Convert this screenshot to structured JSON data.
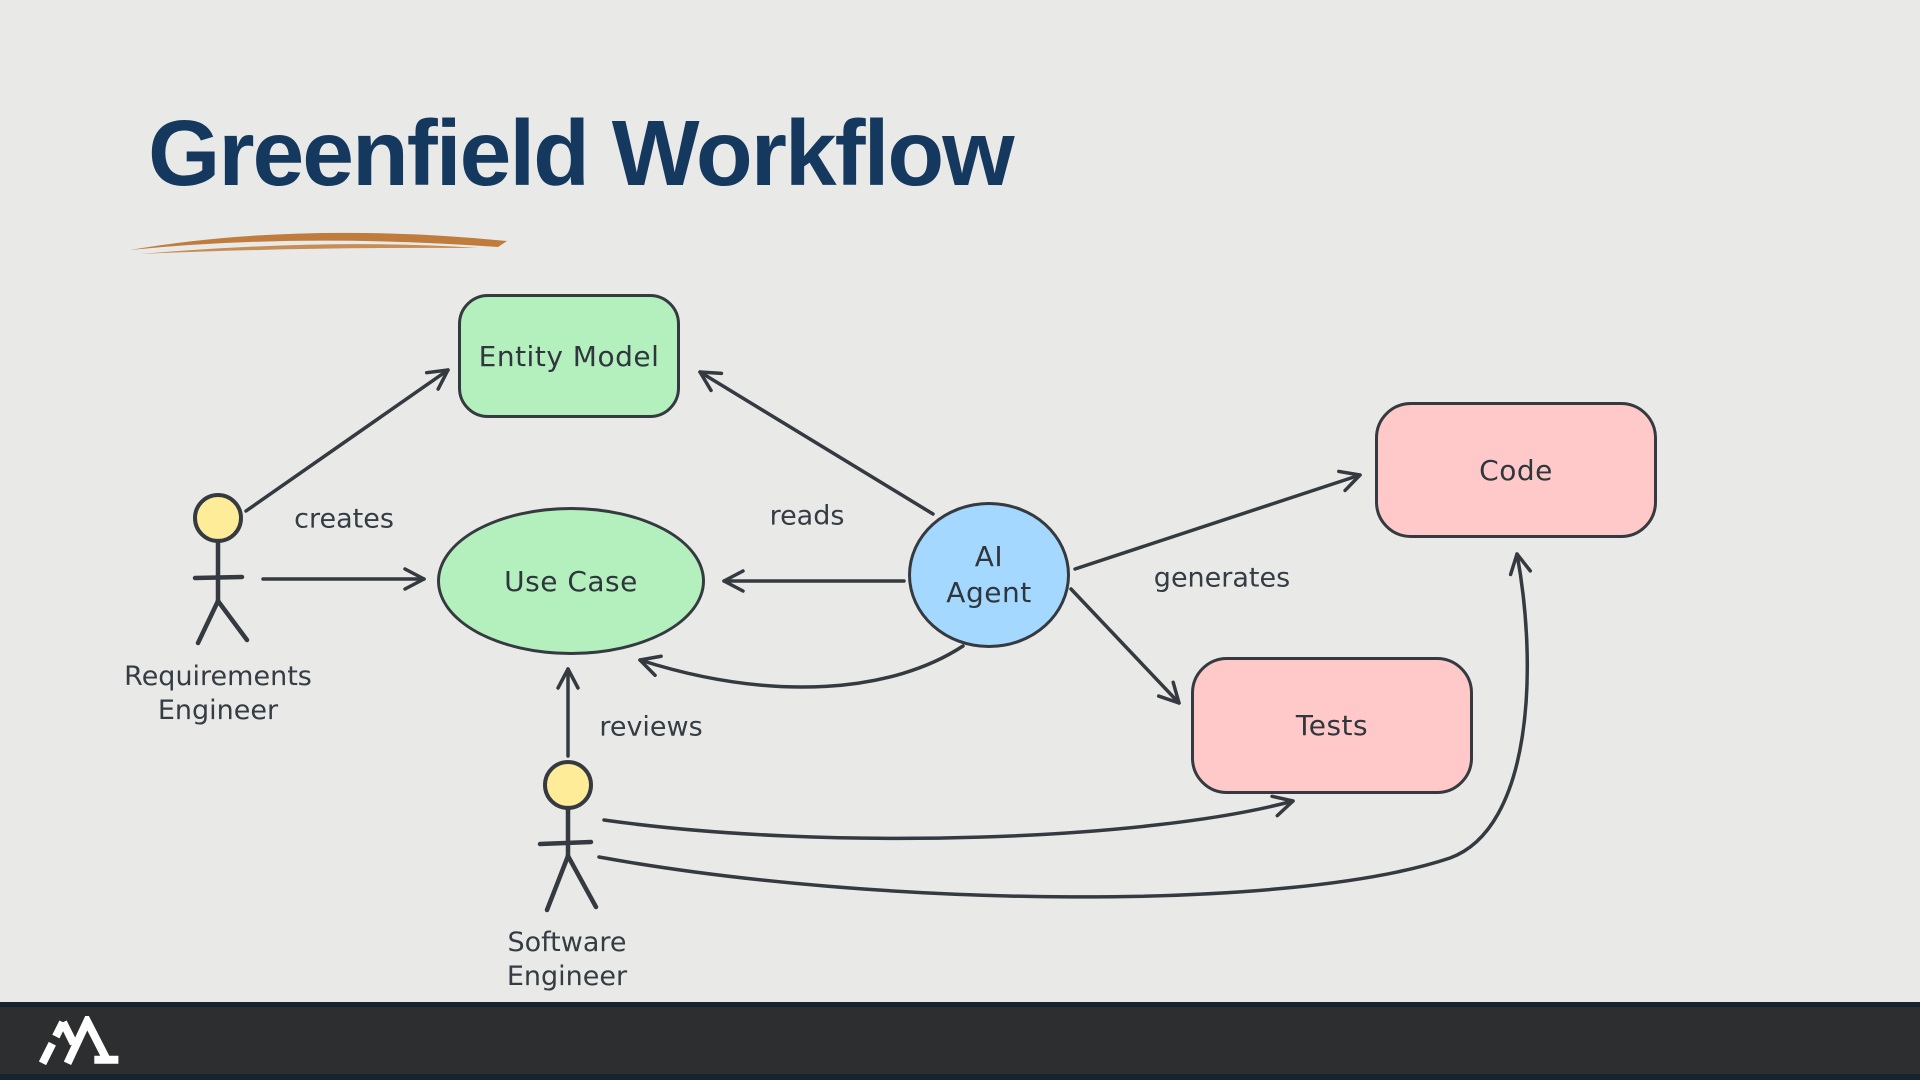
{
  "title": "Greenfield Workflow",
  "colors": {
    "background": "#e9e9e8",
    "title": "#15395e",
    "underline": "#bf7c3d",
    "diagram_stroke": "#343a40",
    "node_green": "#b4f0bd",
    "node_blue": "#a5d8ff",
    "node_pink": "#ffc9c9",
    "actor_head_yellow": "#ffec99",
    "footer_background": "#2c2e30",
    "footer_border": "#16242e",
    "logo_white": "#ffffff"
  },
  "diagram": {
    "nodes": {
      "entity_model": "Entity Model",
      "use_case": "Use Case",
      "ai_agent": "AI Agent",
      "code": "Code",
      "tests": "Tests"
    },
    "actors": {
      "requirements_engineer": [
        "Requirements",
        "Engineer"
      ],
      "software_engineer": [
        "Software",
        "Engineer"
      ]
    },
    "edges": {
      "creates": "creates",
      "reads": "reads",
      "generates": "generates",
      "reviews": "reviews"
    }
  }
}
